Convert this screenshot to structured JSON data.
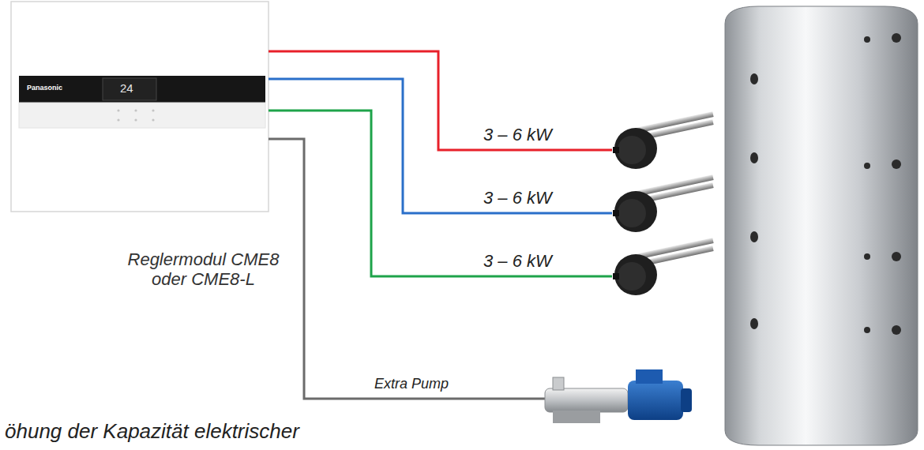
{
  "diagram": {
    "caption": "öhung der Kapazität elektrischer",
    "labels": [
      "Panasonic",
      "24",
      "3 – 6 kW",
      "3 – 6 kW",
      "3 – 6 kW",
      "Reglermodul CME8 oder CME8-L",
      "Extra Pump"
    ]
  }
}
